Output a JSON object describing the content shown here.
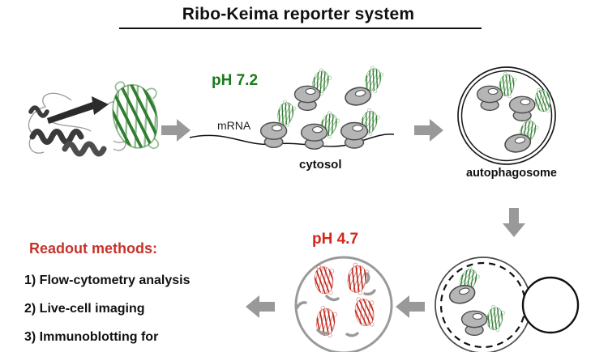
{
  "title": "Ribo-Keima reporter system",
  "stages": {
    "construct": {
      "icon": "ribokeima-fusion-protein-structure"
    },
    "cytosol": {
      "ph_label": "pH 7.2",
      "mrna_label": "mRNA",
      "location_label": "cytosol"
    },
    "autophagosome": {
      "location_label": "autophagosome"
    },
    "autolysosome": {
      "ph_label": "pH 4.7"
    }
  },
  "readout": {
    "heading": "Readout methods:",
    "items": [
      "1) Flow-cytometry analysis",
      "2) Live-cell imaging",
      "3) Immunoblotting for"
    ]
  },
  "icons": [
    "ribokeima-fusion-protein-structure",
    "keima-green-icon",
    "keima-red-icon",
    "ribosome-icon",
    "mrna-strand",
    "autophagosome-vesicle",
    "fusion-vesicle",
    "lysosome-vesicle",
    "autolysosome-vesicle",
    "degraded-fragment-icon",
    "arrow-right-icon",
    "arrow-down-icon",
    "arrow-left-icon"
  ],
  "colors": {
    "neutral_ph_green": "#1b7a1b",
    "acidic_ph_red": "#d2281c",
    "readout_heading_red": "#c8322b",
    "keima_green": "#2f7d2f",
    "keima_red": "#bf2318",
    "arrow_gray": "#999999",
    "ribosome_gray": "#b5b5b5",
    "vesicle_gray": "#9a9a9a",
    "text_black": "#111111"
  }
}
